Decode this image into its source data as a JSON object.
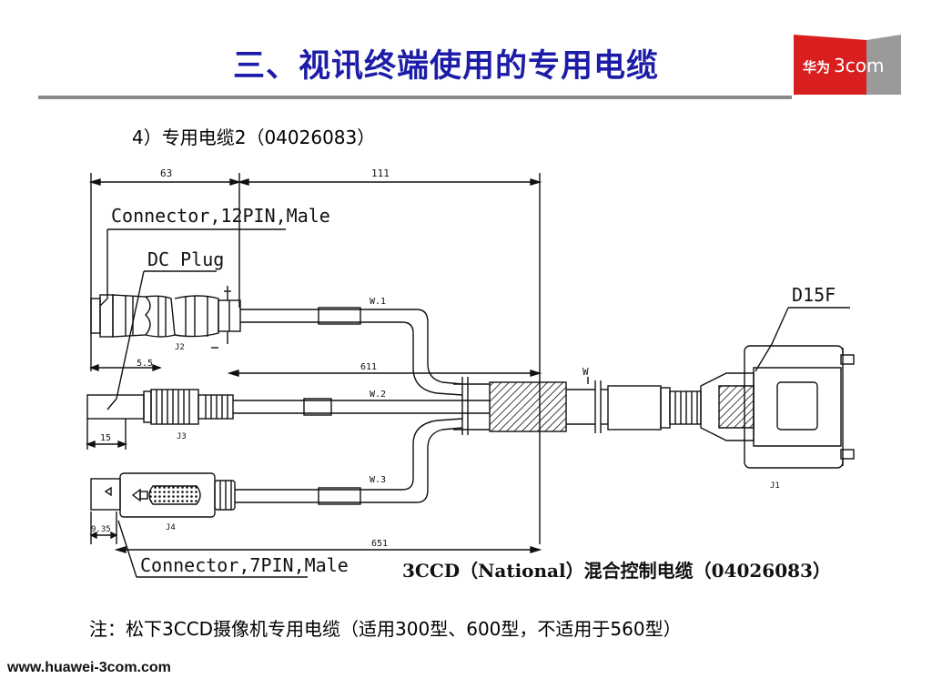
{
  "slide": {
    "title": "三、视讯终端使用的专用电缆",
    "logo": {
      "line1": "华为",
      "line2": "3com"
    },
    "subtitle": "4）专用电缆2（04026083）",
    "note": "注：松下3CCD摄像机专用电缆（适用300型、600型，不适用于560型）",
    "footer_url": "www.huawei-3com.com"
  },
  "diagram": {
    "dims": {
      "top_left": "63",
      "top_right": "111",
      "mid": "611",
      "bottom": "651",
      "j2_small": "5.5",
      "j3_small": "15",
      "j4_small": "9.35"
    },
    "labels": {
      "conn12": "Connector,12PIN,Male",
      "dcplug": "DC Plug",
      "conn7": "Connector,7PIN,Male",
      "d15f": "D15F",
      "w1": "W.1",
      "w2": "W.2",
      "w3": "W.3",
      "w": "W",
      "j1": "J1",
      "j2": "J2",
      "j3": "J3",
      "j4": "J4"
    },
    "caption": "3CCD（National）混合控制电缆（04026083）"
  },
  "colors": {
    "title": "#1c1ca8",
    "logo_red": "#d81e1e",
    "logo_gray": "#9a9a9a",
    "rule": "#8a8a8a"
  }
}
